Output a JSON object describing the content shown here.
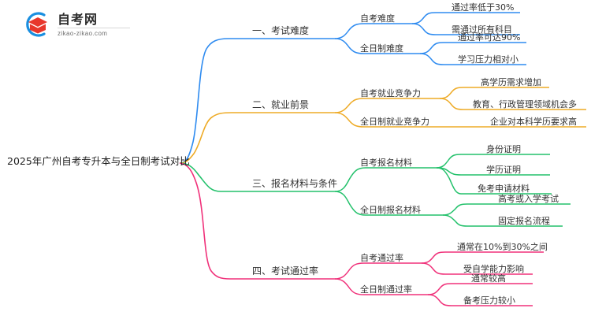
{
  "logo": {
    "name_cn": "自考网",
    "url": "zikao-zikao.com",
    "mark_icon": "graduation-cap-icon",
    "arc_color": "#1a8fe0",
    "cap_color": "#e8372c"
  },
  "mindmap": {
    "root": {
      "label": "2025年广州自考专升本与全日制考试对比"
    },
    "branches": [
      {
        "label": "一、考试难度",
        "color": "#2e8bf0",
        "children": [
          {
            "label": "自考难度",
            "children": [
              {
                "label": "通过率低于30%"
              },
              {
                "label": "需通过所有科目"
              }
            ]
          },
          {
            "label": "全日制难度",
            "children": [
              {
                "label": "通过率可达90%"
              },
              {
                "label": "学习压力相对小"
              }
            ]
          }
        ]
      },
      {
        "label": "二、就业前景",
        "color": "#eeab27",
        "children": [
          {
            "label": "自考就业竞争力",
            "children": [
              {
                "label": "高学历需求增加"
              },
              {
                "label": "教育、行政管理领域机会多"
              }
            ]
          },
          {
            "label": "全日制就业竞争力",
            "children": [
              {
                "label": "企业对本科学历要求高"
              }
            ]
          }
        ]
      },
      {
        "label": "三、报名材料与条件",
        "color": "#23c16b",
        "children": [
          {
            "label": "自考报名材料",
            "children": [
              {
                "label": "身份证明"
              },
              {
                "label": "学历证明"
              },
              {
                "label": "免考申请材料"
              }
            ]
          },
          {
            "label": "全日制报名材料",
            "children": [
              {
                "label": "高考或入学考试"
              },
              {
                "label": "固定报名流程"
              }
            ]
          }
        ]
      },
      {
        "label": "四、考试通过率",
        "color": "#f0317a",
        "children": [
          {
            "label": "自考通过率",
            "children": [
              {
                "label": "通常在10%到30%之间"
              },
              {
                "label": "受自学能力影响"
              }
            ]
          },
          {
            "label": "全日制通过率",
            "children": [
              {
                "label": "通常较高"
              },
              {
                "label": "备考压力较小"
              }
            ]
          }
        ]
      }
    ]
  }
}
